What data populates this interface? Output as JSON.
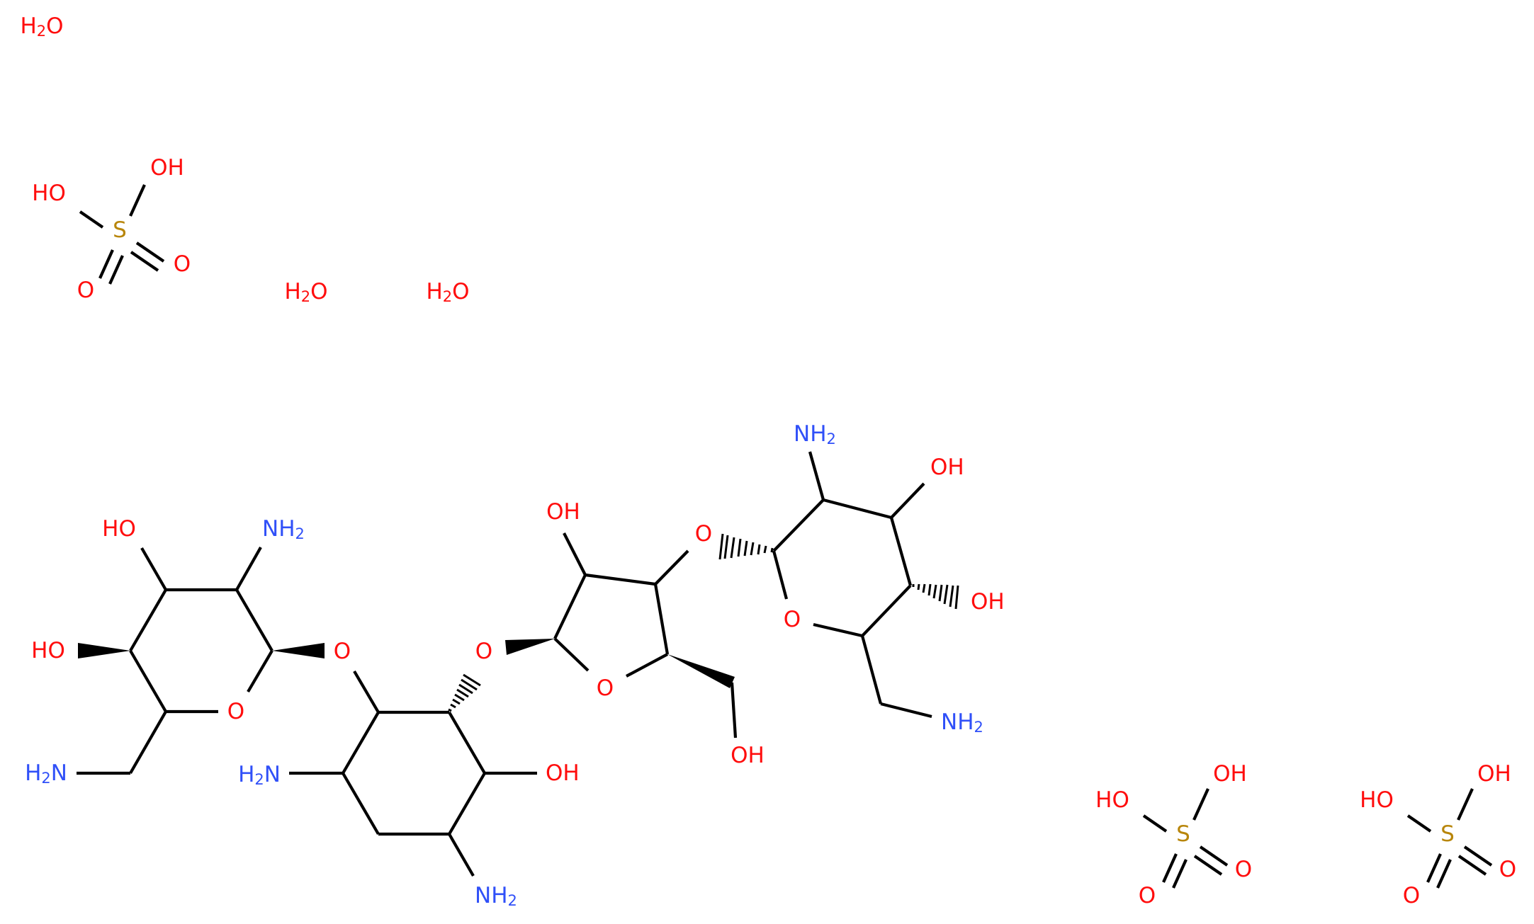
{
  "diagram": {
    "type": "chemical-structure",
    "colors": {
      "oxygen": "#ff0d0d",
      "nitrogen": "#3050f8",
      "sulfur": "#b8860b",
      "bond": "#000000",
      "background": "#ffffff"
    },
    "waters": [
      {
        "label": "H",
        "sub": "2",
        "tail": "O"
      },
      {
        "label": "H",
        "sub": "2",
        "tail": "O"
      },
      {
        "label": "H",
        "sub": "2",
        "tail": "O"
      }
    ],
    "sulfuric_acids": [
      {
        "s": "S",
        "oh1": "HO",
        "oh2": "OH",
        "o1": "O",
        "o2": "O"
      },
      {
        "s": "S",
        "oh1": "HO",
        "oh2": "OH",
        "o1": "O",
        "o2": "O"
      },
      {
        "s": "S",
        "oh1": "HO",
        "oh2": "OH",
        "o1": "O",
        "o2": "O"
      }
    ],
    "main_molecule": {
      "left_ring": {
        "oh_top": "HO",
        "nh2": "NH",
        "nh2_sub": "2",
        "oh_left": "HO",
        "ring_o": "O",
        "h2n": "H",
        "h2n_sub": "2",
        "h2n_tail": "N"
      },
      "glyco_o1": "O",
      "cyclohexane": {
        "h2n": "H",
        "h2n_sub": "2",
        "h2n_tail": "N",
        "oh": "OH",
        "nh2": "NH",
        "nh2_sub": "2"
      },
      "glyco_o2": "O",
      "furanose": {
        "oh": "OH",
        "ring_o": "O",
        "ch2oh": "OH"
      },
      "glyco_o3": "O",
      "right_ring": {
        "nh2": "NH",
        "nh2_sub": "2",
        "oh_top": "OH",
        "oh_hashed": "OH",
        "ring_o": "O",
        "nh2_ch2": "NH",
        "nh2_ch2_sub": "2"
      }
    }
  }
}
